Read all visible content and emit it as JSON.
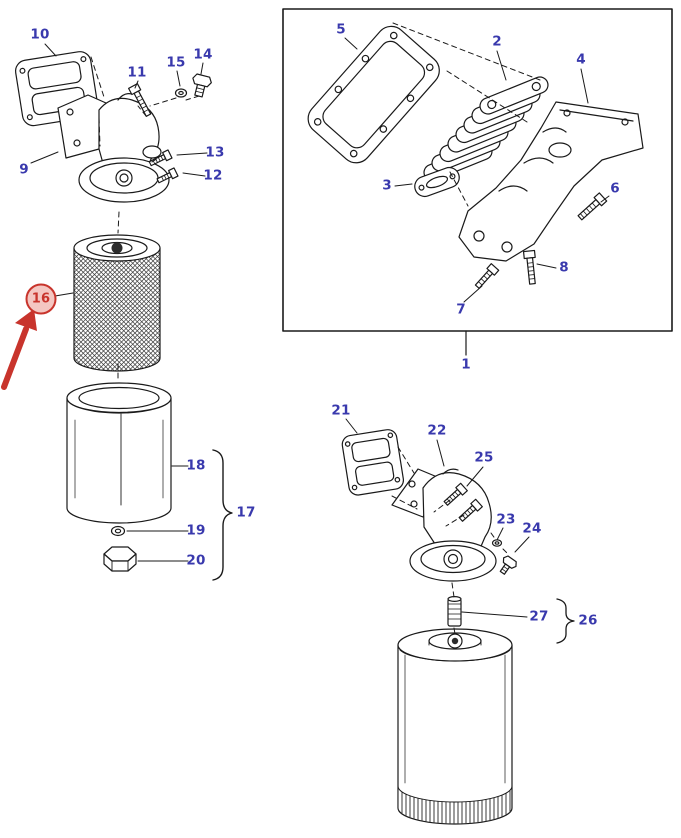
{
  "diagram": {
    "kind": "exploded-parts-diagram",
    "colors": {
      "label": "#3939ad",
      "outline": "#1a1a1a",
      "background": "#ffffff",
      "highlight": "#c8342c",
      "highlight_fill": "#f4c7c2"
    },
    "highlighted_part": "16",
    "callouts": {
      "c1": "1",
      "c2": "2",
      "c3": "3",
      "c4": "4",
      "c5": "5",
      "c6": "6",
      "c7": "7",
      "c8": "8",
      "c9": "9",
      "c10": "10",
      "c11": "11",
      "c12": "12",
      "c13": "13",
      "c14": "14",
      "c15": "15",
      "c16": "16",
      "c17": "17",
      "c18": "18",
      "c19": "19",
      "c20": "20",
      "c21": "21",
      "c22": "22",
      "c23": "23",
      "c24": "24",
      "c25": "25",
      "c26": "26",
      "c27": "27"
    }
  }
}
